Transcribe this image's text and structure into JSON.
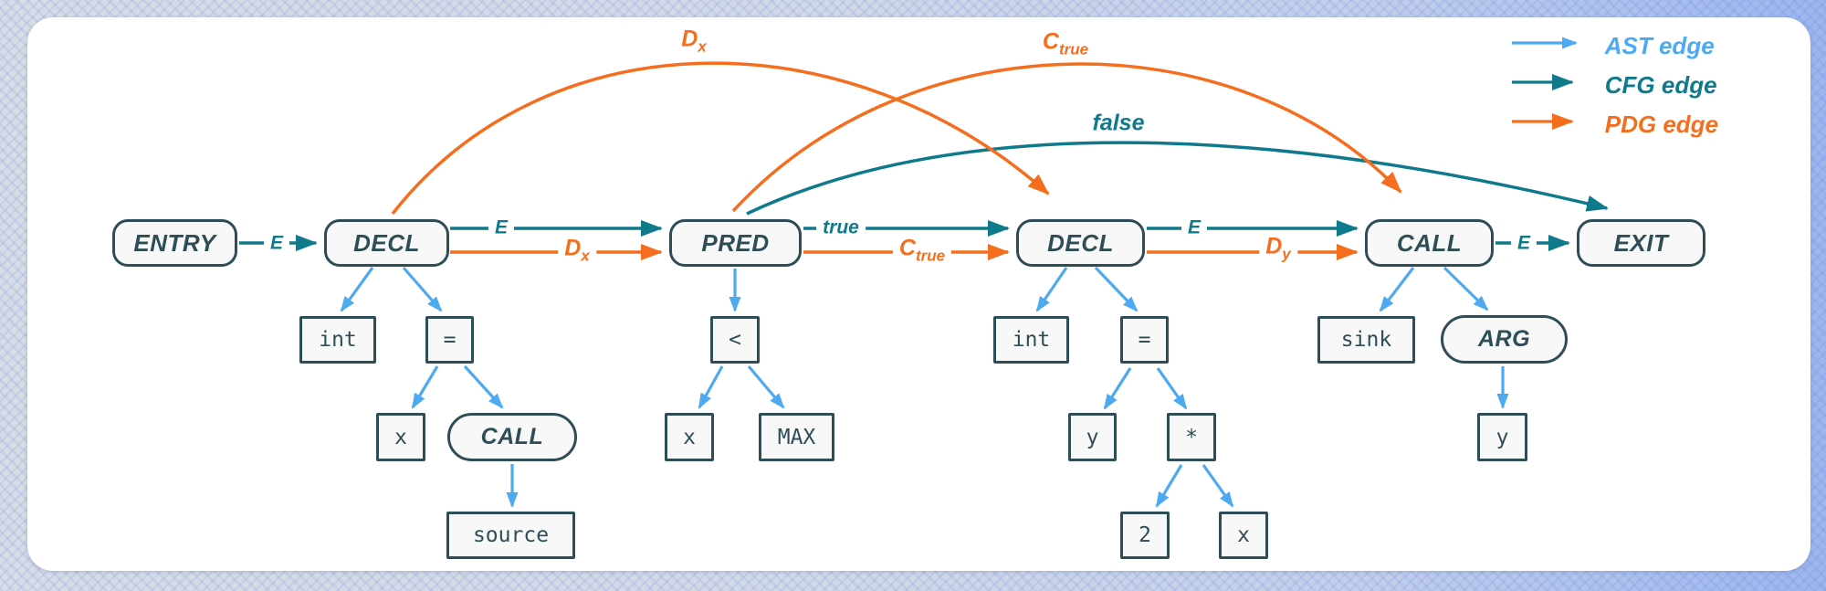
{
  "legend": {
    "items": [
      {
        "label": "AST edge",
        "color": "#4da9f0"
      },
      {
        "label": "CFG edge",
        "color": "#0f7a8c"
      },
      {
        "label": "PDG edge",
        "color": "#f46e1e"
      }
    ]
  },
  "colors": {
    "ast": "#4da9f0",
    "cfg": "#0f7a8c",
    "pdg": "#f46e1e",
    "node_border": "#2e4d56",
    "node_fill": "#f7f8f7",
    "canvas": "#ffffff"
  },
  "nodes": {
    "entry": {
      "label": "ENTRY"
    },
    "decl1": {
      "label": "DECL"
    },
    "pred": {
      "label": "PRED"
    },
    "decl2": {
      "label": "DECL"
    },
    "call": {
      "label": "CALL"
    },
    "exit": {
      "label": "EXIT"
    },
    "int1": {
      "label": "int"
    },
    "assign1": {
      "label": "="
    },
    "x1": {
      "label": "x"
    },
    "call_ast": {
      "label": "CALL"
    },
    "source": {
      "label": "source"
    },
    "lt": {
      "label": "<"
    },
    "x2": {
      "label": "x"
    },
    "max": {
      "label": "MAX"
    },
    "int2": {
      "label": "int"
    },
    "assign2": {
      "label": "="
    },
    "y1": {
      "label": "y"
    },
    "mul": {
      "label": "*"
    },
    "two": {
      "label": "2"
    },
    "x3": {
      "label": "x"
    },
    "sink": {
      "label": "sink"
    },
    "arg": {
      "label": "ARG"
    },
    "y2": {
      "label": "y"
    }
  },
  "edge_labels": {
    "entry_decl_cfg": {
      "text": "E"
    },
    "decl_pred_cfg": {
      "text": "E"
    },
    "decl_pred_pdg": {
      "text": "D",
      "sub": "x"
    },
    "pred_decl_cfg": {
      "text": "true"
    },
    "pred_decl_pdg": {
      "text": "C",
      "sub": "true"
    },
    "decl_call_cfg": {
      "text": "E"
    },
    "decl_call_pdg": {
      "text": "D",
      "sub": "y"
    },
    "call_exit_cfg": {
      "text": "E"
    },
    "dx_arc_pdg": {
      "text": "D",
      "sub": "x"
    },
    "ctrue_arc_pdg": {
      "text": "C",
      "sub": "true"
    },
    "false_curve_cfg": {
      "text": "false"
    }
  },
  "edges": [
    {
      "type": "CFG",
      "from": "ENTRY",
      "to": "DECL(1)",
      "label": "E"
    },
    {
      "type": "CFG",
      "from": "DECL(1)",
      "to": "PRED",
      "label": "E"
    },
    {
      "type": "CFG",
      "from": "PRED",
      "to": "DECL(2)",
      "label": "true"
    },
    {
      "type": "CFG",
      "from": "DECL(2)",
      "to": "CALL",
      "label": "E"
    },
    {
      "type": "CFG",
      "from": "CALL",
      "to": "EXIT",
      "label": "E"
    },
    {
      "type": "CFG",
      "from": "PRED",
      "to": "EXIT",
      "label": "false"
    },
    {
      "type": "PDG",
      "from": "DECL(1)",
      "to": "PRED",
      "label": "D_x"
    },
    {
      "type": "PDG",
      "from": "DECL(1)",
      "to": "DECL(2)",
      "label": "D_x"
    },
    {
      "type": "PDG",
      "from": "PRED",
      "to": "DECL(2)",
      "label": "C_true"
    },
    {
      "type": "PDG",
      "from": "PRED",
      "to": "CALL",
      "label": "C_true"
    },
    {
      "type": "PDG",
      "from": "DECL(2)",
      "to": "CALL",
      "label": "D_y"
    },
    {
      "type": "AST",
      "from": "DECL(1)",
      "to": "int, = , x, CALL, source"
    },
    {
      "type": "AST",
      "from": "PRED",
      "to": "<, x, MAX"
    },
    {
      "type": "AST",
      "from": "DECL(2)",
      "to": "int, =, y, *, 2, x"
    },
    {
      "type": "AST",
      "from": "CALL",
      "to": "sink, ARG, y"
    }
  ]
}
